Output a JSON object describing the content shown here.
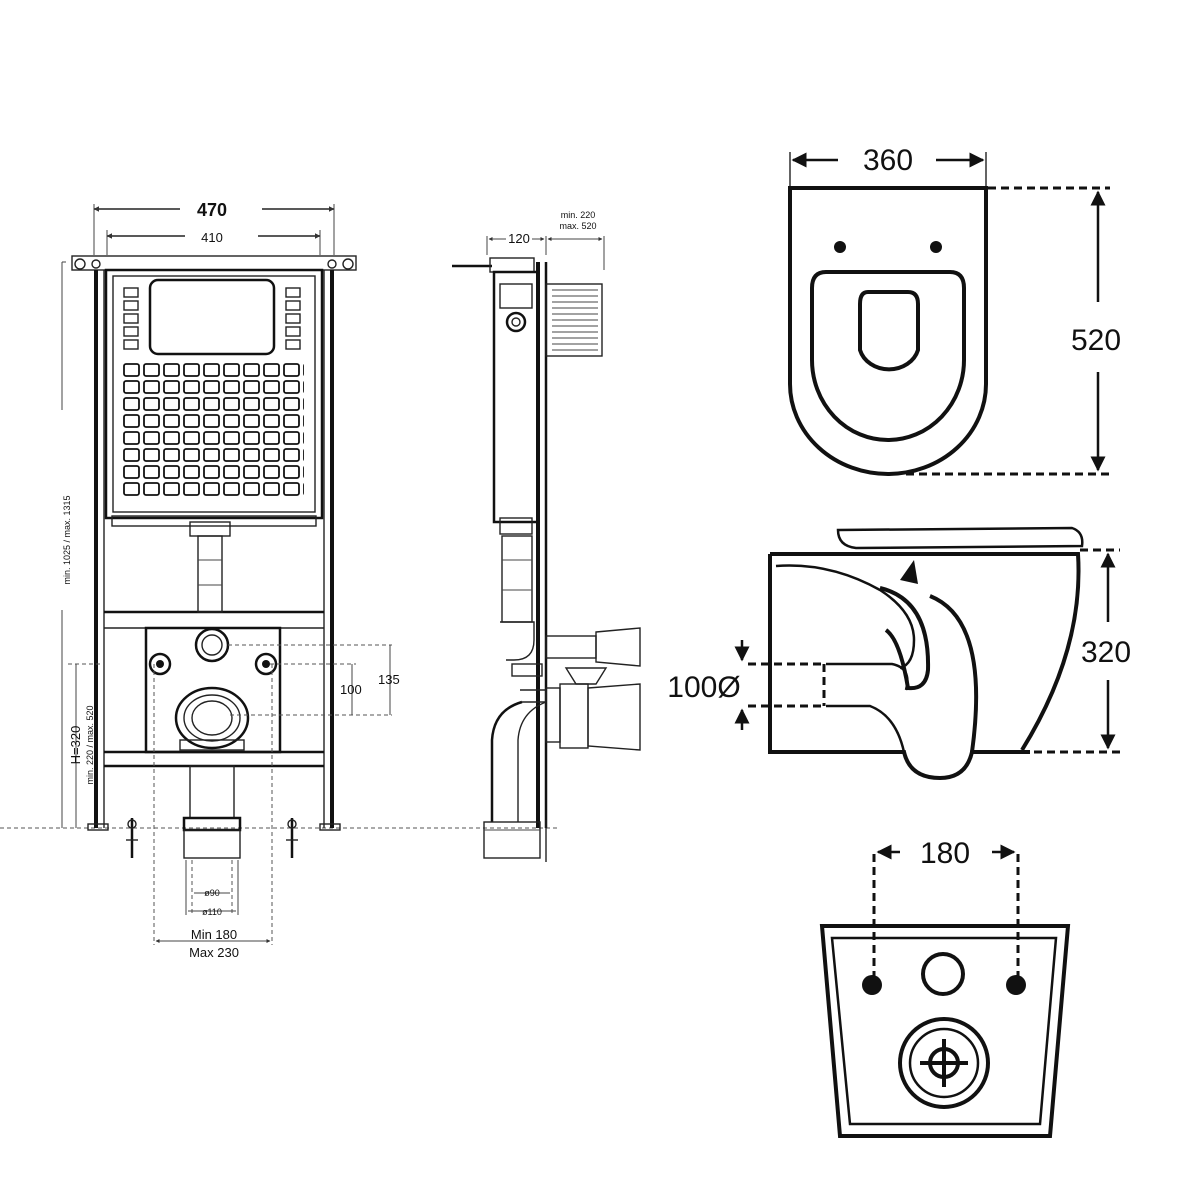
{
  "frame": {
    "width_outer": "470",
    "width_inner": "410",
    "height_range": "min. 1025 / max. 1315",
    "height_outlet": "H=320",
    "height_outlet_range": "min. 220 / max. 520",
    "dim_100": "100",
    "dim_135": "135",
    "pipe_90": "ø90",
    "pipe_110": "ø110",
    "spacing_min": "Min 180",
    "spacing_max": "Max 230"
  },
  "side": {
    "depth": "120",
    "wall_min": "min. 220",
    "wall_max": "max. 520"
  },
  "bowl_top": {
    "width": "360",
    "length": "520"
  },
  "bowl_side": {
    "height": "320",
    "outlet": "100Ø"
  },
  "bowl_back": {
    "bolt_spacing": "180"
  }
}
